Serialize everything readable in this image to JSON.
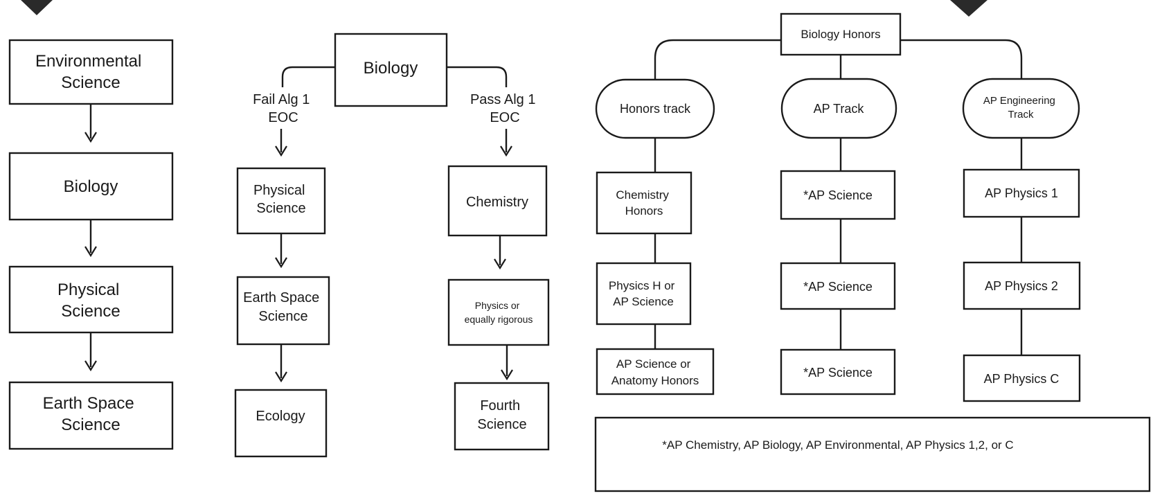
{
  "left_column": {
    "environmental_science": [
      "Environmental",
      "Science"
    ],
    "biology": [
      "Biology"
    ],
    "physical_science": [
      "Physical",
      "Science"
    ],
    "earth_space_science": [
      "Earth Space",
      "Science"
    ]
  },
  "middle": {
    "biology": [
      "Biology"
    ],
    "fail_label": [
      "Fail Alg 1",
      "EOC"
    ],
    "pass_label": [
      "Pass Alg 1",
      "EOC"
    ],
    "fail_path": {
      "physical_science": [
        "Physical",
        "Science"
      ],
      "earth_space_science": [
        "Earth Space",
        "Science"
      ],
      "ecology": [
        "Ecology"
      ]
    },
    "pass_path": {
      "chemistry": [
        "Chemistry"
      ],
      "physics": [
        "Physics or",
        "equally rigorous"
      ],
      "fourth_science": [
        "Fourth",
        "Science"
      ]
    }
  },
  "honors": {
    "biology_honors": [
      "Biology Honors"
    ],
    "honors_track": {
      "header": [
        "Honors track"
      ],
      "courses": [
        [
          "Chemistry",
          "Honors"
        ],
        [
          "Physics H or",
          "AP Science"
        ],
        [
          "AP Science or",
          "Anatomy Honors"
        ]
      ]
    },
    "ap_track": {
      "header": [
        "AP Track"
      ],
      "courses": [
        [
          "*AP Science"
        ],
        [
          "*AP Science"
        ],
        [
          "*AP Science"
        ]
      ]
    },
    "engineering_track": {
      "header": [
        "AP Engineering",
        "Track"
      ],
      "courses": [
        [
          "AP Physics 1"
        ],
        [
          "AP Physics 2"
        ],
        [
          "AP Physics C"
        ]
      ]
    },
    "footnote": "*AP Chemistry, AP Biology, AP Environmental, AP Physics 1,2, or C"
  }
}
